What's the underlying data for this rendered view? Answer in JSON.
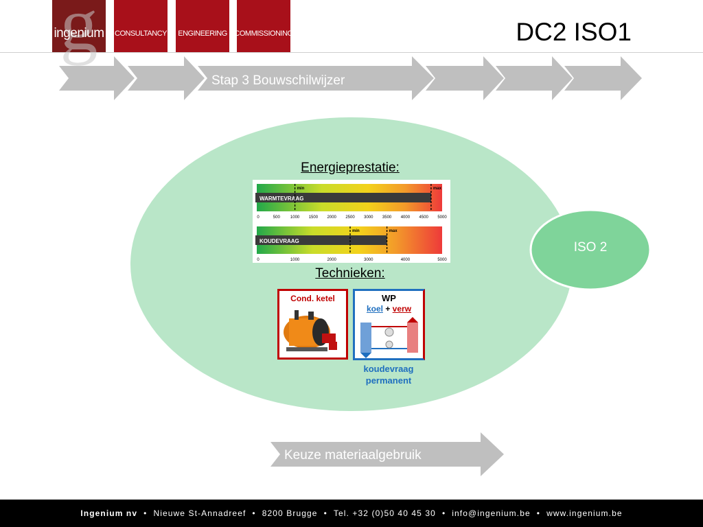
{
  "header": {
    "logo_word": "ingenium",
    "logo_letter": "g",
    "tabs": [
      "CONSULTANCY",
      "ENGINEERING",
      "COMMISSIONING"
    ],
    "title": "DC2 ISO1"
  },
  "process": {
    "step_label": "Stap 3 Bouwschilwijzer",
    "bottom_label": "Keuze materiaalgebruik"
  },
  "main": {
    "energy_heading": "Energieprestatie:",
    "tech_heading": "Technieken:",
    "iso2_label": "ISO 2",
    "gauges": {
      "heat": {
        "label": "WARMTEVRAAG",
        "min_label": "min",
        "max_label": "max",
        "ticks": [
          "0",
          "500",
          "1000",
          "1500",
          "2000",
          "2500",
          "3000",
          "3500",
          "4000",
          "4500",
          "5000"
        ],
        "min_value": 1000,
        "max_value": 4700,
        "fill_value": 4700
      },
      "cold": {
        "label": "KOUDEVRAAG",
        "min_label": "min",
        "max_label": "max",
        "ticks": [
          "0",
          "1000",
          "2000",
          "3000",
          "4000",
          "5000"
        ],
        "min_value": 2500,
        "max_value": 3500,
        "fill_value": 3500
      }
    },
    "boiler": {
      "label": "Cond. ketel"
    },
    "heatpump": {
      "title": "WP",
      "koel": "koel",
      "plus": "+",
      "verw": "verw",
      "caption_line1": "koudevraag",
      "caption_line2": "permanent"
    }
  },
  "footer": {
    "company": "Ingenium nv",
    "sep": "•",
    "address": "Nieuwe St-Annadreef",
    "city": "8200 Brugge",
    "phone": "Tel. +32 (0)50 40 45 30",
    "email": "info@ingenium.be",
    "web": "www.ingenium.be"
  },
  "colors": {
    "brand_red": "#a8101a",
    "ellipse_green": "#b9e6c8",
    "iso2_green": "#7fd49a",
    "arrow_grey": "#bfbfbf",
    "tech_red": "#c00000",
    "tech_blue": "#1f6fbf"
  }
}
